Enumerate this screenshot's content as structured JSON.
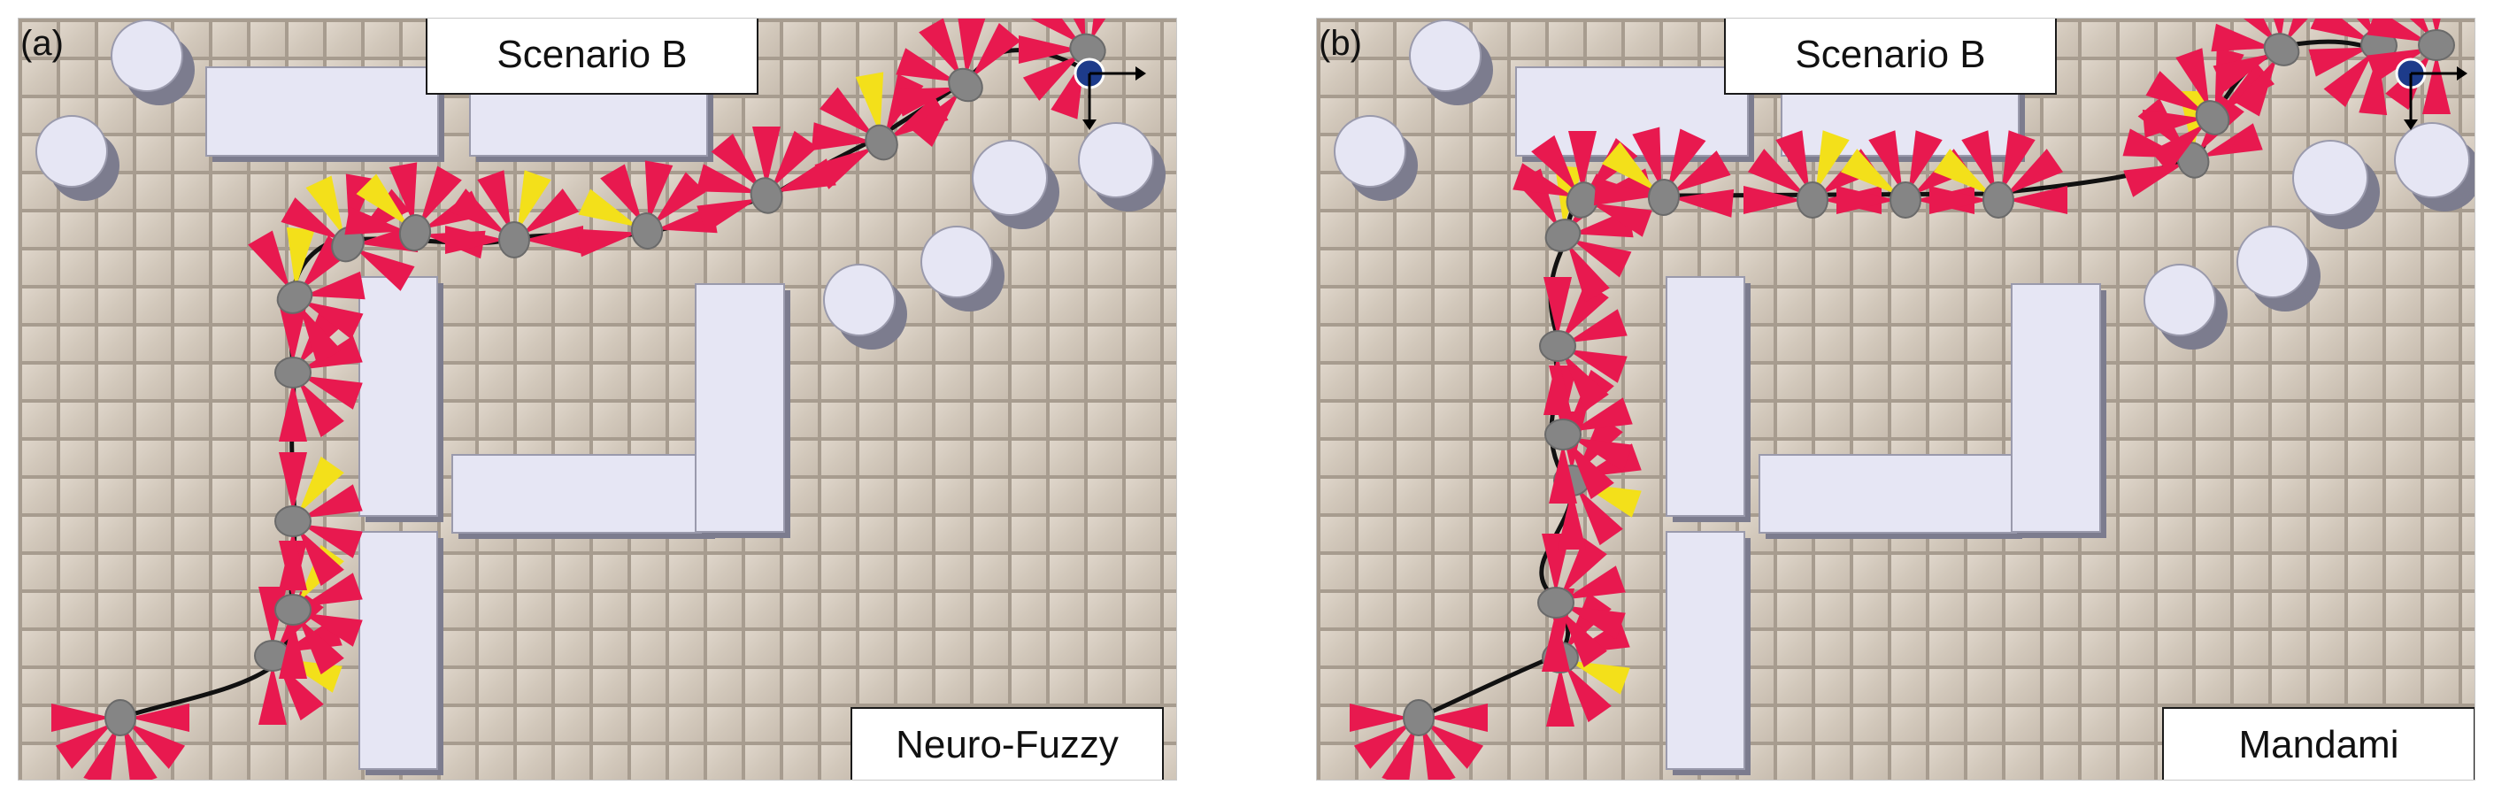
{
  "panels": [
    {
      "letter": "(a)",
      "title": "Scenario B",
      "method": "Neuro-Fuzzy"
    },
    {
      "letter": "(b)",
      "title": "Scenario B",
      "method": "Mandami"
    }
  ],
  "colors": {
    "sensor_red": "#e8194f",
    "sensor_yellow": "#f3e01a",
    "robot": "#858585",
    "obstacle_top": "#e6e6f4",
    "obstacle_side": "#7c7c8e",
    "path": "#111111",
    "goal_marker": "#1d3b8a"
  }
}
